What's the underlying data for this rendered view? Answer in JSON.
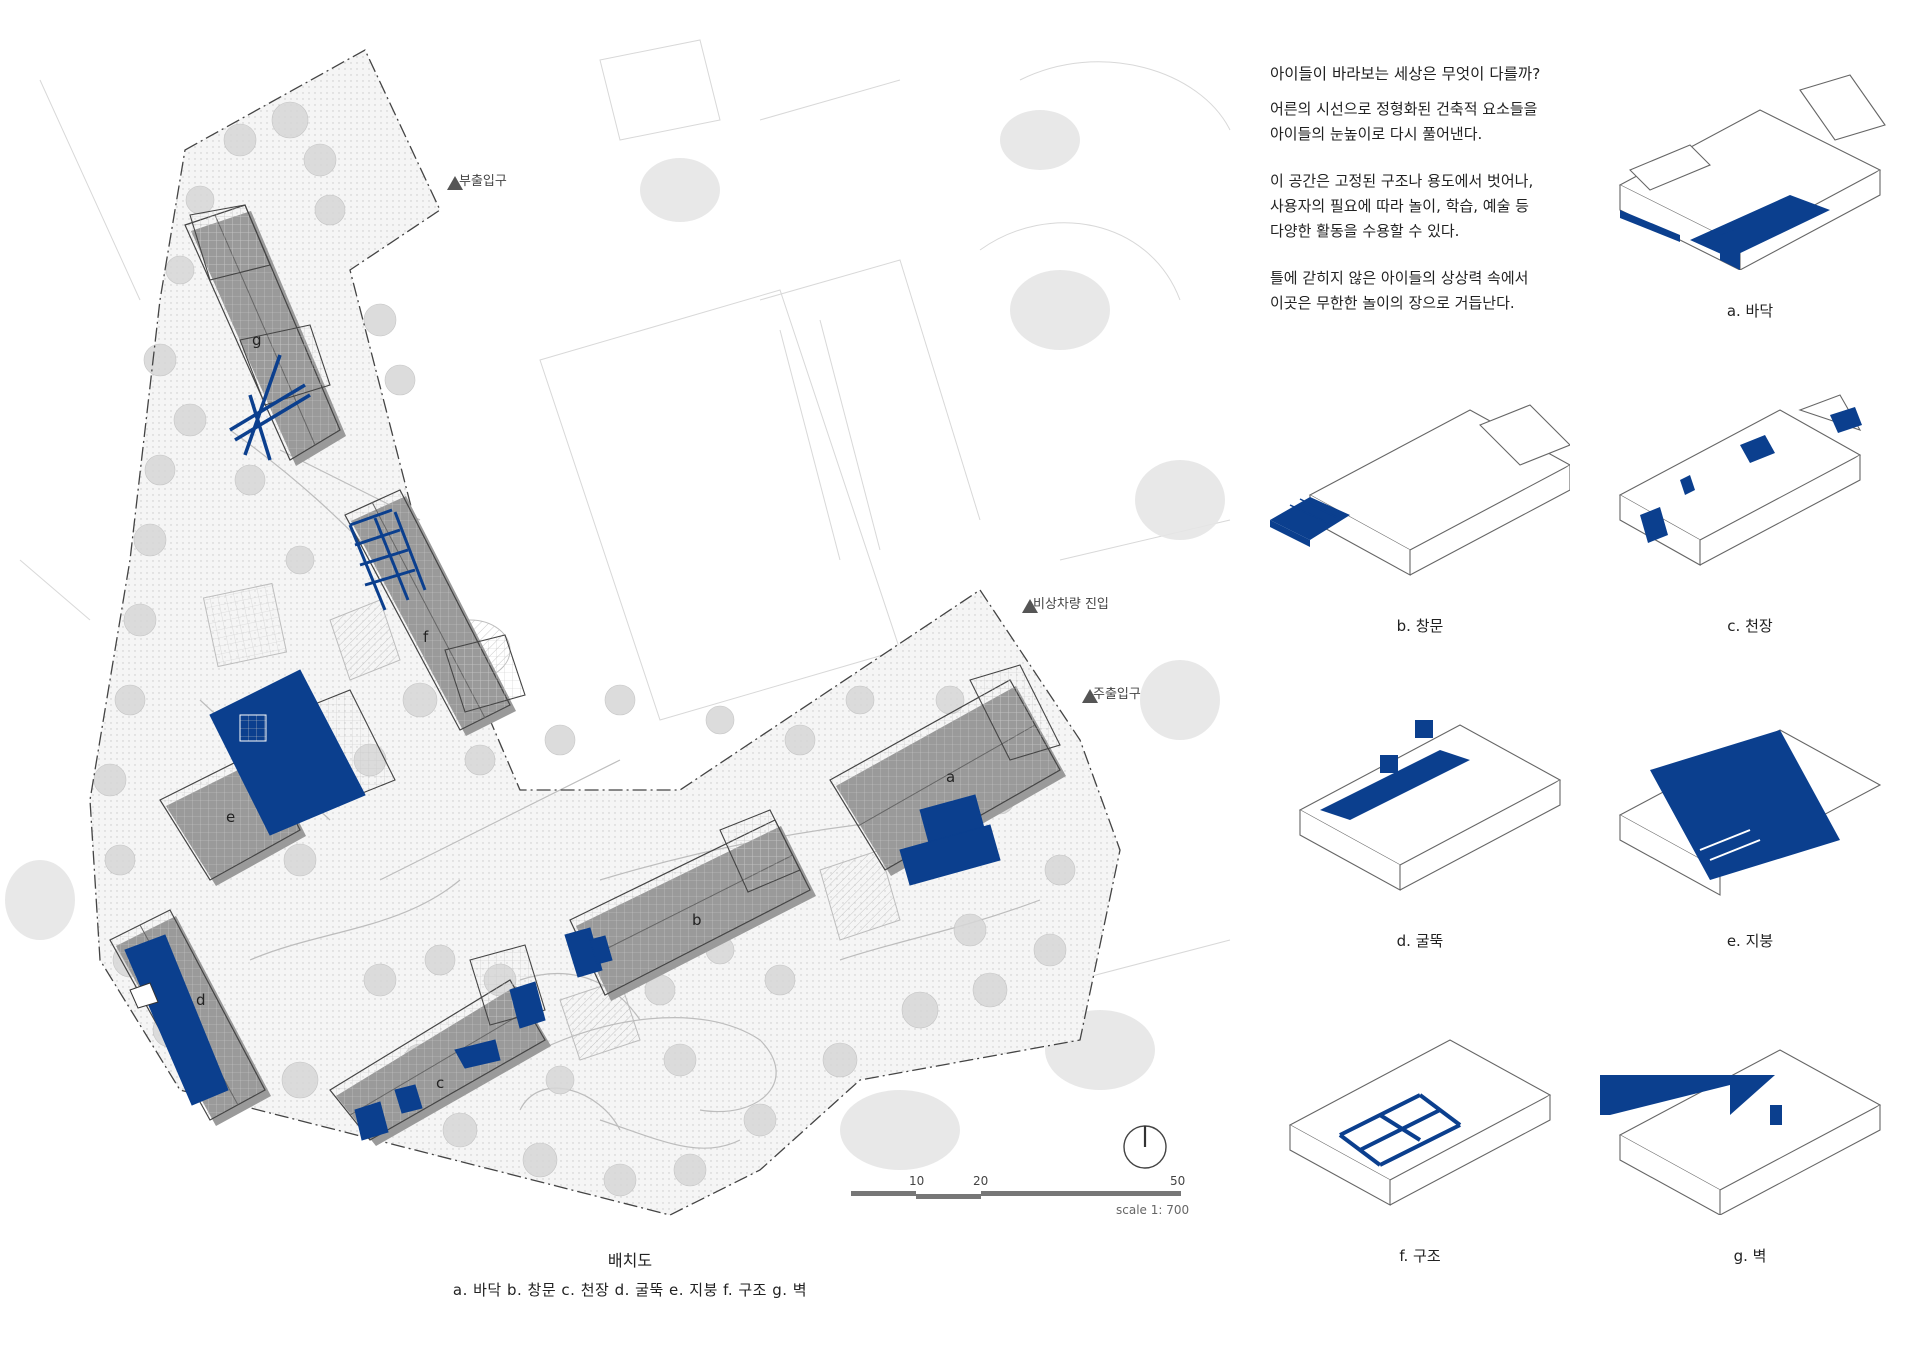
{
  "site_plan": {
    "title": "배치도",
    "legend": "a. 바닥   b. 창문   c. 천장   d. 굴뚝   e. 지붕   f. 구조   g. 벽",
    "building_labels": {
      "a": "a",
      "b": "b",
      "c": "c",
      "d": "d",
      "e": "e",
      "f": "f",
      "g": "g"
    },
    "entrances": {
      "secondary": "부출입구",
      "emergency": "비상차량 진입",
      "main": "주출입구"
    },
    "scale": {
      "ticks": [
        "10",
        "20",
        "50"
      ],
      "label": "scale 1: 700"
    }
  },
  "text": {
    "heading": "아이들이 바라보는 세상은 무엇이 다를까?",
    "paragraphs": [
      "어른의 시선으로 정형화된 건축적 요소들을\n아이들의 눈높이로 다시 풀어낸다.",
      "이 공간은 고정된 구조나 용도에서 벗어나,\n사용자의 필요에 따라 놀이, 학습, 예술 등\n다양한 활동을 수용할 수 있다.",
      "틀에 갇히지 않은 아이들의 상상력 속에서\n이곳은 무한한 놀이의 장으로 거듭난다."
    ]
  },
  "axonometrics": {
    "a": "a. 바닥",
    "b": "b. 창문",
    "c": "c. 천장",
    "d": "d. 굴뚝",
    "e": "e. 지붕",
    "f": "f. 구조",
    "g": "g. 벽"
  },
  "colors": {
    "accent_blue": "#0b3f8e",
    "line": "#555555",
    "tree": "#d9d9d9",
    "paving": "#eeeeee"
  }
}
